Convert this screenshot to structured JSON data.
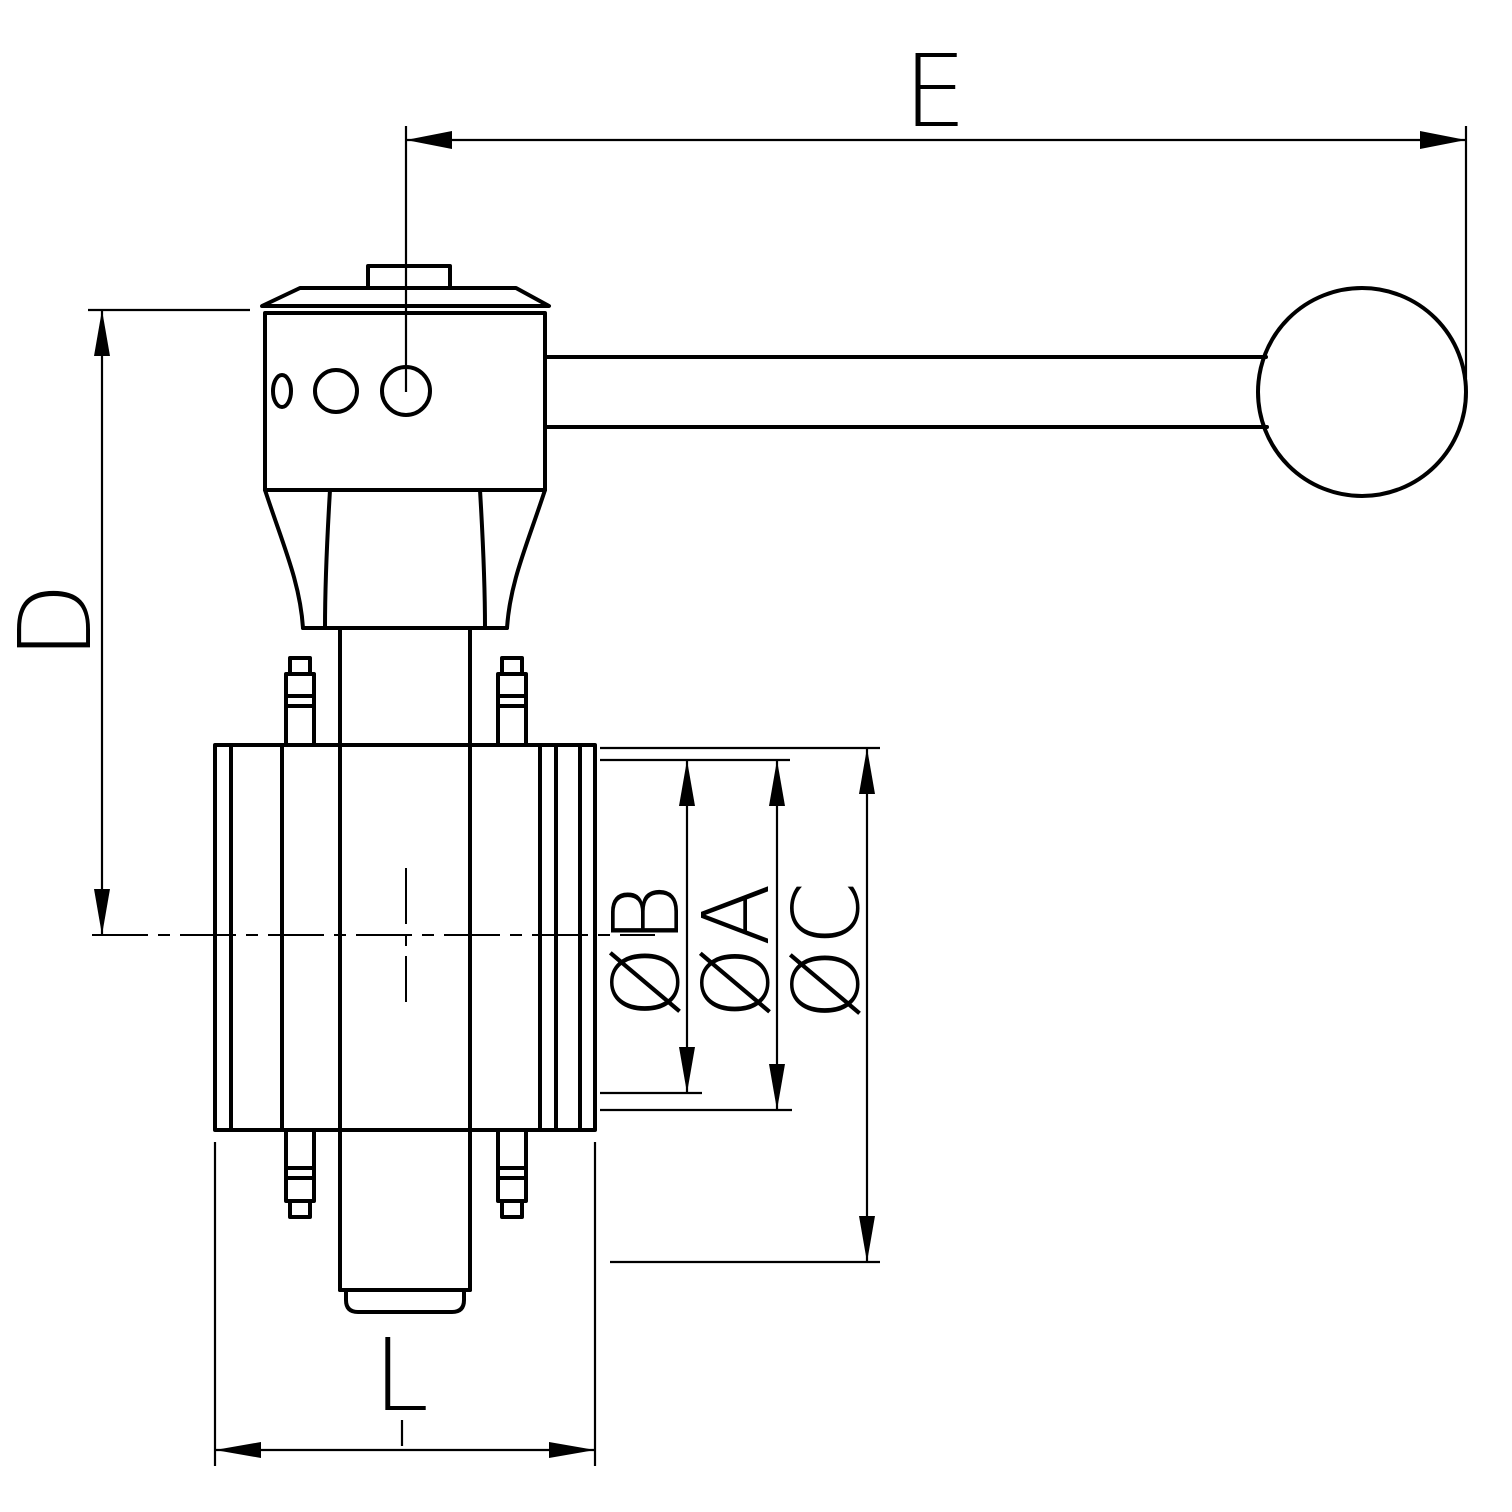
{
  "drawing": {
    "type": "technical-dimension-drawing",
    "background": "#ffffff",
    "line_color": "#000000"
  },
  "labels": {
    "E": "E",
    "D": "D",
    "B": "ØB",
    "A": "ØA",
    "C": "ØC",
    "L": "L"
  }
}
